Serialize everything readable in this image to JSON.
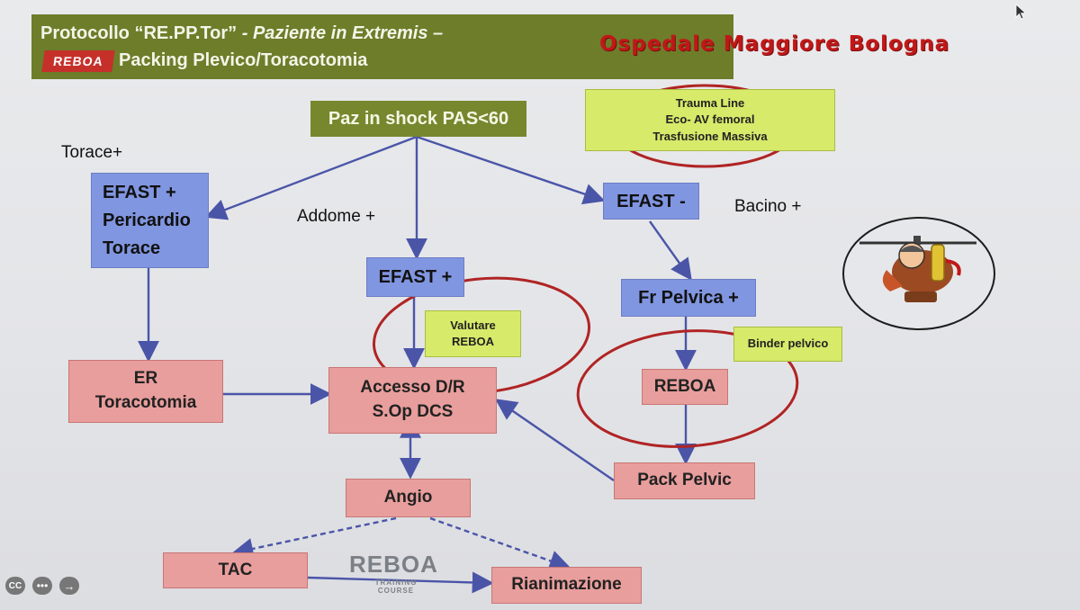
{
  "header": {
    "title_prefix": "Protocollo  “RE.PP.Tor”",
    "title_italic": " - Paziente in Extremis –",
    "badge": "REBOA",
    "subtitle": "Packing Plevico/Toracotomia",
    "hospital": "Ospedale Maggiore Bologna"
  },
  "nodes": {
    "shock": "Paz in shock PAS<60",
    "trauma_info": [
      "Trauma Line",
      "Eco- AV femoral",
      "Trasfusione Massiva"
    ],
    "efast_torace": [
      "EFAST +",
      "Pericardio",
      "Torace"
    ],
    "efast_plus": "EFAST +",
    "efast_minus": "EFAST -",
    "fr_pelvica": "Fr Pelvica +",
    "valutare_reboa": [
      "Valutare",
      "REBOA"
    ],
    "binder": "Binder pelvico",
    "er_toracotomia": [
      "ER",
      "Toracotomia"
    ],
    "accesso": [
      "Accesso D/R",
      "S.Op DCS"
    ],
    "reboa": "REBOA",
    "pack_pelvic": "Pack Pelvic",
    "angio": "Angio",
    "tac": "TAC",
    "rianimazione": "Rianimazione"
  },
  "labels": {
    "torace": "Torace+",
    "addome": "Addome +",
    "bacino": "Bacino +"
  },
  "logo": {
    "word": "REBOA",
    "sub": [
      "TRAINING",
      "COURSE"
    ]
  },
  "controls": {
    "cc": "CC",
    "more": "•••",
    "next": "→"
  },
  "colors": {
    "header_green": "#6d7d2a",
    "node_blue": "#8096e0",
    "node_pink": "#e89e9c",
    "node_lime": "#d7ea6a",
    "arrow": "#4a55a8",
    "highlight_red": "#b02424"
  }
}
